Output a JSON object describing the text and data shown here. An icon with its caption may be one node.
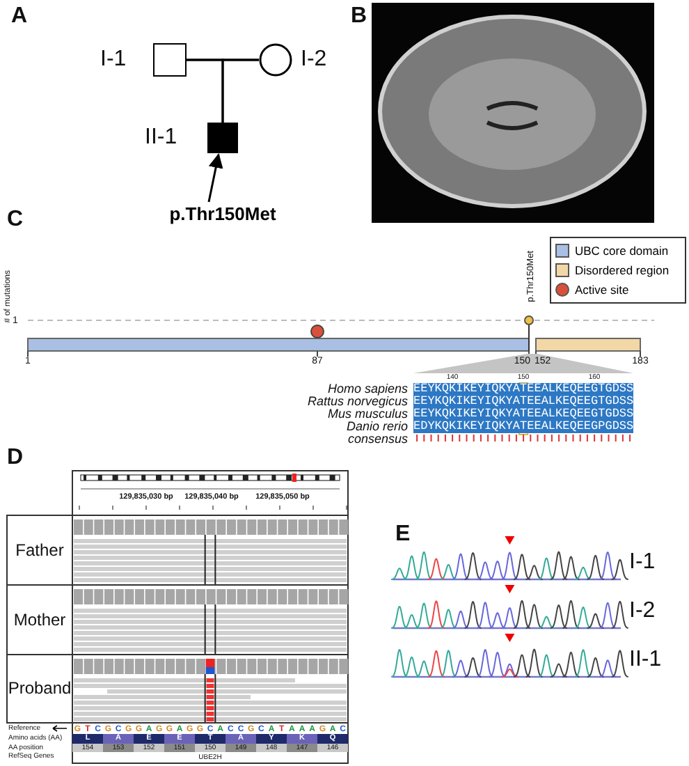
{
  "diagram": {
    "nodes": [
      {
        "text": [],
        "shape": "box",
        "beside": [
          "I-1"
        ]
      },
      {
        "text": [],
        "shape": "circle",
        "beside": [
          "I-2"
        ]
      },
      {
        "text": [],
        "shape": "box",
        "beside": [
          "II-1"
        ]
      },
      {
        "text": [
          "p.Thr150Met"
        ]
      }
    ],
    "edges": [
      {
        "from": 0,
        "to": 1,
        "arrow": "none"
      },
      {
        "from": 0,
        "to": 2,
        "arrow": "none"
      },
      {
        "from": 1,
        "to": 2,
        "arrow": "none"
      },
      {
        "from": 3,
        "to": 2,
        "arrow": "to"
      }
    ],
    "labels": [
      "A",
      "B",
      "C",
      "140",
      "150",
      "160",
      "Homo sapiens",
      "EEYKQKIKEYIQKYATEEALKEQEEGTGDSS",
      "Rattus norvegicus",
      "EEYKQKIKEYIQKYATEEALKEQEEGTGDSS",
      "Mus musculus",
      "EEYKQKIKEYIQKYATEEALKEQEEGTGDSS",
      "Danio rerio",
      "EDYKQKIKEYIQKYATEEALKEQEEGPGDSS",
      "consensus",
      "D",
      "129,835,030 bp",
      "129,835,040 bp",
      "129,835,050 bp",
      "Father",
      "Mother",
      "Proband",
      "Reference",
      "G",
      "T",
      "C",
      "G",
      "C",
      "G",
      "G",
      "A",
      "G",
      "G",
      "A",
      "G",
      "G",
      "C",
      "A",
      "C",
      "C",
      "G",
      "C",
      "A",
      "T",
      "A",
      "A",
      "A",
      "G",
      "A",
      "C",
      "Amino acids (AA)",
      "L",
      "A",
      "E",
      "E",
      "T",
      "A",
      "Y",
      "K",
      "Q",
      "AA position",
      "154",
      "153",
      "152",
      "151",
      "150",
      "149",
      "148",
      "147",
      "146",
      "RefSeq Genes",
      "UBE2H",
      "E",
      "I-1",
      "I-2",
      "II-1",
      "# of mutations",
      "1",
      "p.Thr150Met",
      "1",
      "87",
      "150",
      "152",
      "183"
    ],
    "legend": [
      {
        "text": "UBC core domain",
        "color": "#a9bfe3"
      },
      {
        "text": "Disordered region",
        "color": "#f2d8a6"
      },
      {
        "text": "Active site",
        "color": "#d9503a"
      }
    ]
  }
}
